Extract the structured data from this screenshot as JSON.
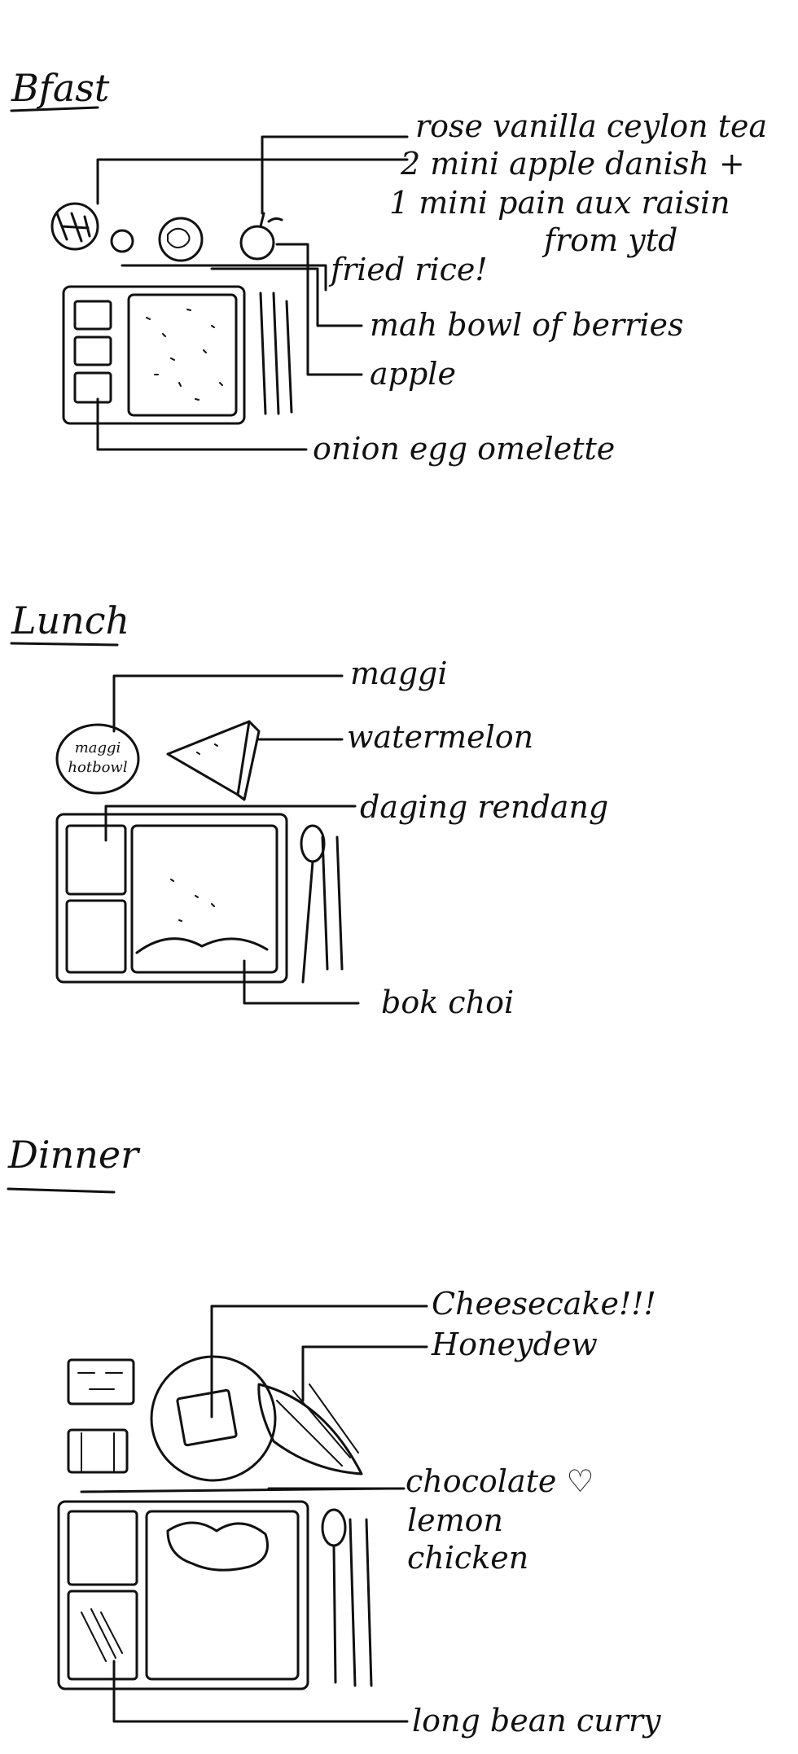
{
  "breakfast": {
    "heading": "Bfast",
    "labels": {
      "tea": "rose vanilla ceylon tea",
      "pastry1": "2 mini apple danish +",
      "pastry2": "1 mini pain aux raisin",
      "pastry3": "from ytd",
      "rice": "fried rice!",
      "berries": "mah bowl of berries",
      "apple": "apple",
      "omelette": "onion egg omelette"
    }
  },
  "lunch": {
    "heading": "Lunch",
    "bowl_text": [
      "maggi",
      "hotbowl"
    ],
    "labels": {
      "maggi": "maggi",
      "watermelon": "watermelon",
      "rendang": "daging rendang",
      "bokchoi": "bok choi"
    }
  },
  "dinner": {
    "heading": "Dinner",
    "labels": {
      "cheesecake": "Cheesecake!!!",
      "honeydew": "Honeydew",
      "chocolate": "chocolate ♡",
      "lemon": "lemon",
      "chicken": "chicken",
      "curry": "long bean curry"
    }
  }
}
